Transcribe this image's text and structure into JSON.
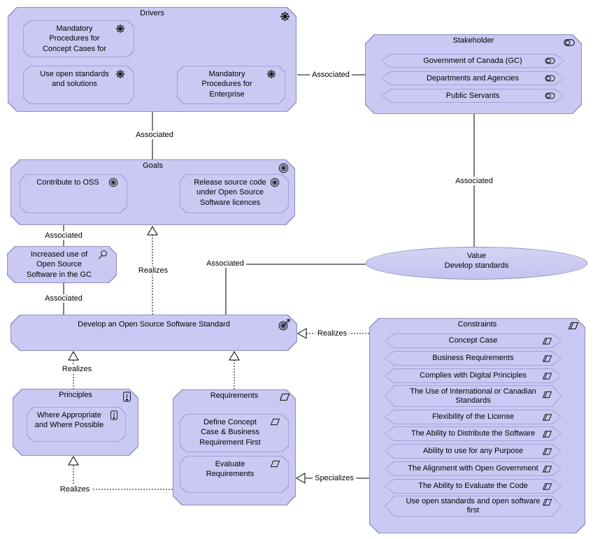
{
  "colors": {
    "node_fill": "#c9c9f3",
    "node_border": "#8f8fc0",
    "inner_border": "#a3a3d6",
    "connector": "#000000"
  },
  "relations": {
    "associated": "Associated",
    "realizes": "Realizes",
    "specializes": "Specializes"
  },
  "nodes": {
    "drivers": {
      "title": "Drivers",
      "items": [
        "Mandatory Procedures for Concept Cases for",
        "Use open standards and solutions",
        "Mandatory Procedures for Enterprise"
      ]
    },
    "stakeholder": {
      "title": "Stakeholder",
      "items": [
        "Government of Canada (GC)",
        "Departments and Agencies",
        "Public Servants"
      ]
    },
    "goals": {
      "title": "Goals",
      "items": [
        "Contribute to OSS",
        "Release source code under Open Source Software licences"
      ]
    },
    "assessment": {
      "label": "Increased use of Open Source Software in the GC"
    },
    "value": {
      "title": "Value",
      "subtitle": "Develop standards"
    },
    "outcome": {
      "label": "Develop an Open Source Software Standard"
    },
    "principles": {
      "title": "Principles",
      "items": [
        "Where Appropriate and Where Possible"
      ]
    },
    "requirements": {
      "title": "Requirements",
      "items": [
        "Define Concept Case & Business Requirement First",
        "Evaluate Requirements"
      ]
    },
    "constraints": {
      "title": "Constraints",
      "items": [
        "Concept Case",
        "Business Requirements",
        "Complies with Digital Principles",
        "The Use of International or Canadian Standards",
        "Flexibility of the License",
        "The Ability to Distribute the Software",
        "Ability to use for any Purpose",
        "The Alignment with Open Government",
        "The Ability to Evaluate the Code",
        "Use open standards and open software first"
      ]
    }
  }
}
